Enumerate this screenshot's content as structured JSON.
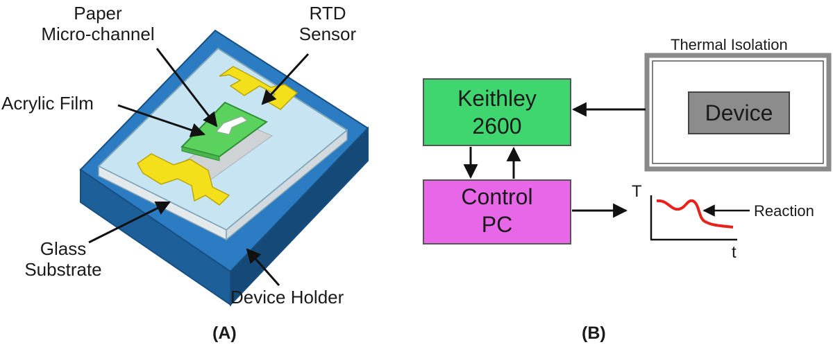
{
  "panel_a": {
    "caption": "(A)",
    "labels": {
      "paper_line1": "Paper",
      "paper_line2": "Micro-channel",
      "rtd_line1": "RTD",
      "rtd_line2": "Sensor",
      "acrylic": "Acrylic Film",
      "glass_line1": "Glass",
      "glass_line2": "Substrate",
      "holder": "Device Holder"
    },
    "colors": {
      "holder": "#1f6fb4",
      "glass": "#c9e6f4",
      "acrylic": "#59d35e",
      "rtd": "#f5e21b"
    }
  },
  "panel_b": {
    "caption": "(B)",
    "keithley_line1": "Keithley",
    "keithley_line2": "2600",
    "control_line1": "Control",
    "control_line2": "PC",
    "thermal_isolation": "Thermal Isolation",
    "device": "Device",
    "plot_y_label": "T",
    "plot_x_label": "t",
    "reaction": "Reaction",
    "colors": {
      "keithley": "#3fd670",
      "control_pc": "#e866e8",
      "device": "#8a8a8a",
      "curve": "#e8221b"
    }
  }
}
